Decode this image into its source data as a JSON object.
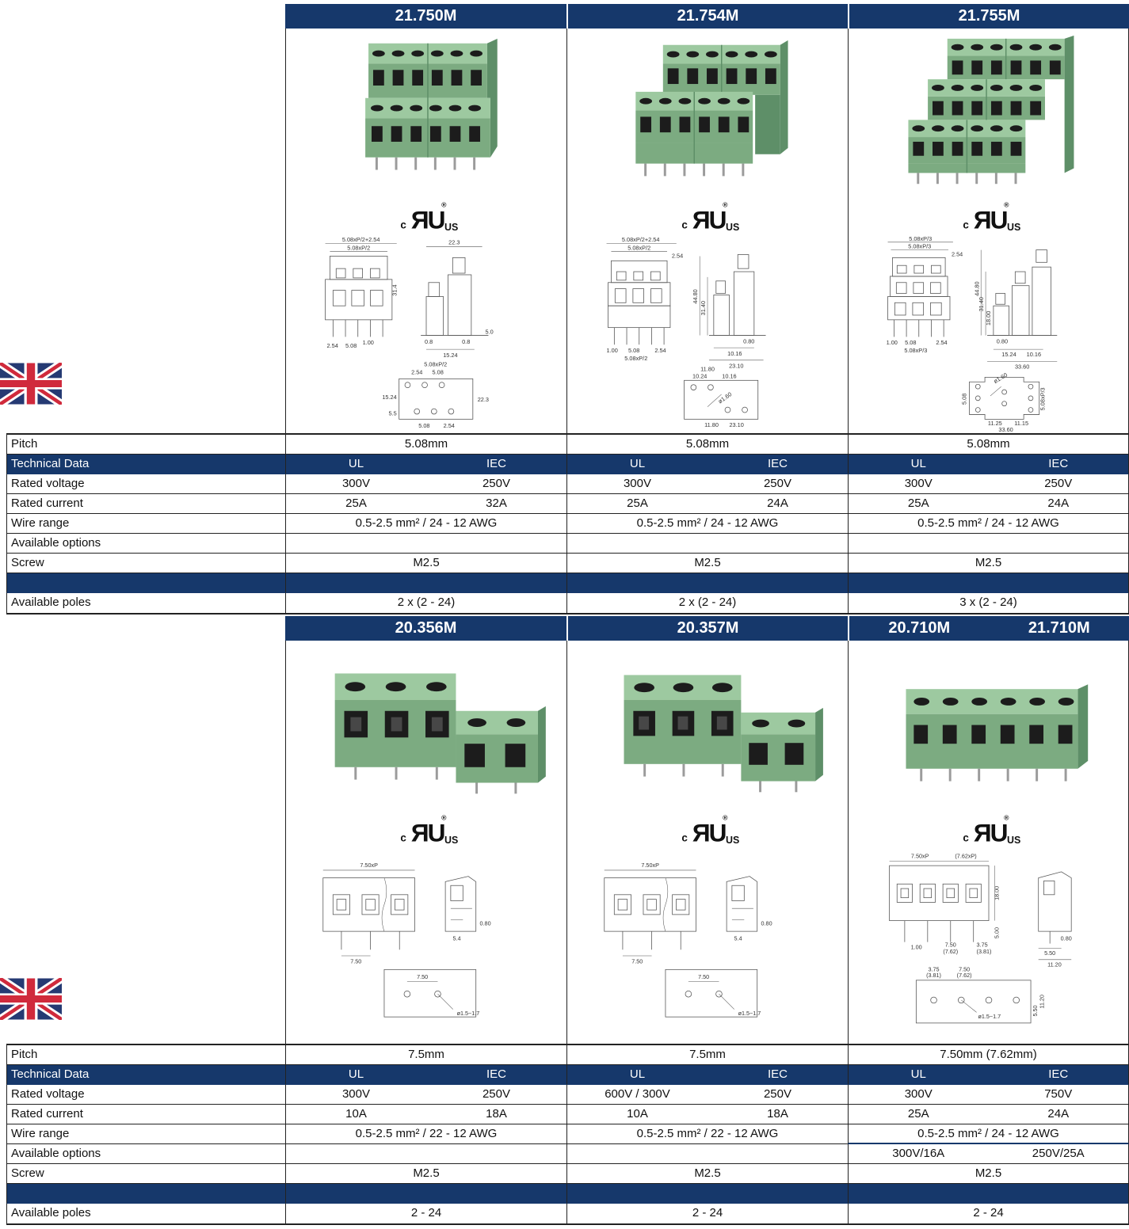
{
  "colors": {
    "navy": "#16386b",
    "border": "#222222",
    "green_top": "#9dc9a0",
    "green_body": "#7cab81",
    "green_side": "#5e8f68",
    "flag_blue": "#253a73",
    "flag_red": "#d02a3c"
  },
  "ul_mark": {
    "c": "c",
    "mark": "ЯU",
    "us": "US",
    "reg": "®"
  },
  "row_labels": {
    "pitch": "Pitch",
    "technical_data": "Technical Data",
    "ul": "UL",
    "iec": "IEC",
    "rated_voltage": "Rated voltage",
    "rated_current": "Rated current",
    "wire_range": "Wire range",
    "available_options": "Available options",
    "screw": "Screw",
    "available_poles": "Available poles"
  },
  "sections": [
    {
      "products": [
        {
          "part": "21.750M",
          "pitch": "5.08mm",
          "voltage_ul": "300V",
          "voltage_iec": "250V",
          "current_ul": "25A",
          "current_iec": "32A",
          "wire_range": "0.5-2.5 mm² / 24 - 12 AWG",
          "options_ul": "",
          "options_iec": "",
          "screw": "M2.5",
          "poles": "2 x (2 - 24)",
          "drawing": {
            "dim_top1": "5.08xP/2+2.54",
            "dim_top2": "5.08xP/2",
            "dim_height": "31.4",
            "dim_width": "22.3",
            "dim_b1": "2.54",
            "dim_b2": "5.08",
            "dim_b3": "1.00",
            "dim_s1": "0.8",
            "dim_s2": "0.8",
            "dim_s3": "15.24",
            "dim_s4": "5.0",
            "fp_top": "5.08xP/2",
            "fp_a": "2.54",
            "fp_b": "5.08",
            "fp_left": "15.24",
            "fp_left2": "5.5",
            "fp_right": "22.3",
            "fp_b1": "5.08",
            "fp_b2": "2.54"
          }
        },
        {
          "part": "21.754M",
          "pitch": "5.08mm",
          "voltage_ul": "300V",
          "voltage_iec": "250V",
          "current_ul": "25A",
          "current_iec": "24A",
          "wire_range": "0.5-2.5 mm² / 24 - 12 AWG",
          "options_ul": "",
          "options_iec": "",
          "screw": "M2.5",
          "poles": "2 x (2 - 24)",
          "drawing": {
            "dim_top1": "5.08xP/2+2.54",
            "dim_top2": "5.08xP/2",
            "dim_top3": "2.54",
            "dim_h1": "44.80",
            "dim_h2": "31.40",
            "dim_b1": "1.00",
            "dim_b2": "5.08",
            "dim_b3": "2.54",
            "dim_b4": "5.08xP/2",
            "dim_s1": "0.80",
            "dim_s2": "10.16",
            "dim_s3": "23.10",
            "fp_top": "11.80",
            "fp_a": "10.24",
            "fp_b": "10.16",
            "fp_c": "ø1.60",
            "fp_b1": "11.80",
            "fp_b2": "23.10"
          }
        },
        {
          "part": "21.755M",
          "pitch": "5.08mm",
          "voltage_ul": "300V",
          "voltage_iec": "250V",
          "current_ul": "25A",
          "current_iec": "24A",
          "wire_range": "0.5-2.5 mm² / 24 - 12 AWG",
          "options_ul": "",
          "options_iec": "",
          "screw": "M2.5",
          "poles": "3 x (2 - 24)",
          "drawing": {
            "dim_top1": "5.08xP/3",
            "dim_top2": "5.08xP/3",
            "dim_top3": "2.54",
            "dim_h1": "44.80",
            "dim_h2": "31.40",
            "dim_h3": "18.00",
            "dim_b1": "1.00",
            "dim_b2": "5.08",
            "dim_b3": "2.54",
            "dim_b4": "5.08xP/3",
            "dim_s1": "0.80",
            "dim_s2": "15.24",
            "dim_s3": "10.16",
            "dim_s4": "33.60",
            "fp_c": "ø1.60",
            "fp_a": "5.08",
            "fp_b": "5.08xP/3",
            "fp_b1": "11.25",
            "fp_b2": "11.15",
            "fp_b3": "33.60"
          }
        }
      ]
    },
    {
      "products": [
        {
          "part": "20.356M",
          "pitch": "7.5mm",
          "voltage_ul": "300V",
          "voltage_iec": "250V",
          "current_ul": "10A",
          "current_iec": "18A",
          "wire_range": "0.5-2.5 mm² / 22 - 12 AWG",
          "options_ul": "",
          "options_iec": "",
          "screw": "M2.5",
          "poles": "2 - 24",
          "drawing": {
            "dim_top1": "7.50xP",
            "dim_s1": "0.80",
            "dim_b1": "7.50",
            "dim_b2": "5.4",
            "fp_a": "7.50",
            "fp_b": "ø1.5~1.7"
          }
        },
        {
          "part": "20.357M",
          "pitch": "7.5mm",
          "voltage_ul": "600V / 300V",
          "voltage_iec": "250V",
          "current_ul": "10A",
          "current_iec": "18A",
          "wire_range": "0.5-2.5 mm² / 22 - 12 AWG",
          "options_ul": "",
          "options_iec": "",
          "screw": "M2.5",
          "poles": "2 - 24",
          "drawing": {
            "dim_top1": "7.50xP",
            "dim_s1": "0.80",
            "dim_b1": "7.50",
            "dim_b2": "5.4",
            "fp_a": "7.50",
            "fp_b": "ø1.5~1.7"
          }
        },
        {
          "part": "20.710M",
          "part2": "21.710M",
          "pitch": "7.50mm (7.62mm)",
          "voltage_ul": "300V",
          "voltage_iec": "750V",
          "current_ul": "25A",
          "current_iec": "24A",
          "wire_range": "0.5-2.5 mm² / 24 - 12 AWG",
          "options_ul": "300V/16A",
          "options_iec": "250V/25A",
          "screw": "M2.5",
          "poles": "2 - 24",
          "drawing": {
            "dim_top1": "7.50xP",
            "dim_top2": "(7.62xP)",
            "dim_h1": "18.00",
            "dim_h2": "5.00",
            "dim_b1": "1.00",
            "dim_b2": "7.50",
            "dim_b3": "(7.62)",
            "dim_b4": "3.75",
            "dim_b5": "(3.81)",
            "dim_s1": "0.80",
            "dim_s2": "5.50",
            "dim_s3": "11.20",
            "fp_t1": "3.75",
            "fp_t2": "(3.81)",
            "fp_t3": "7.50",
            "fp_t4": "(7.62)",
            "fp_a": "ø1.5~1.7",
            "fp_r1": "5.50",
            "fp_r2": "11.20"
          }
        }
      ]
    }
  ]
}
